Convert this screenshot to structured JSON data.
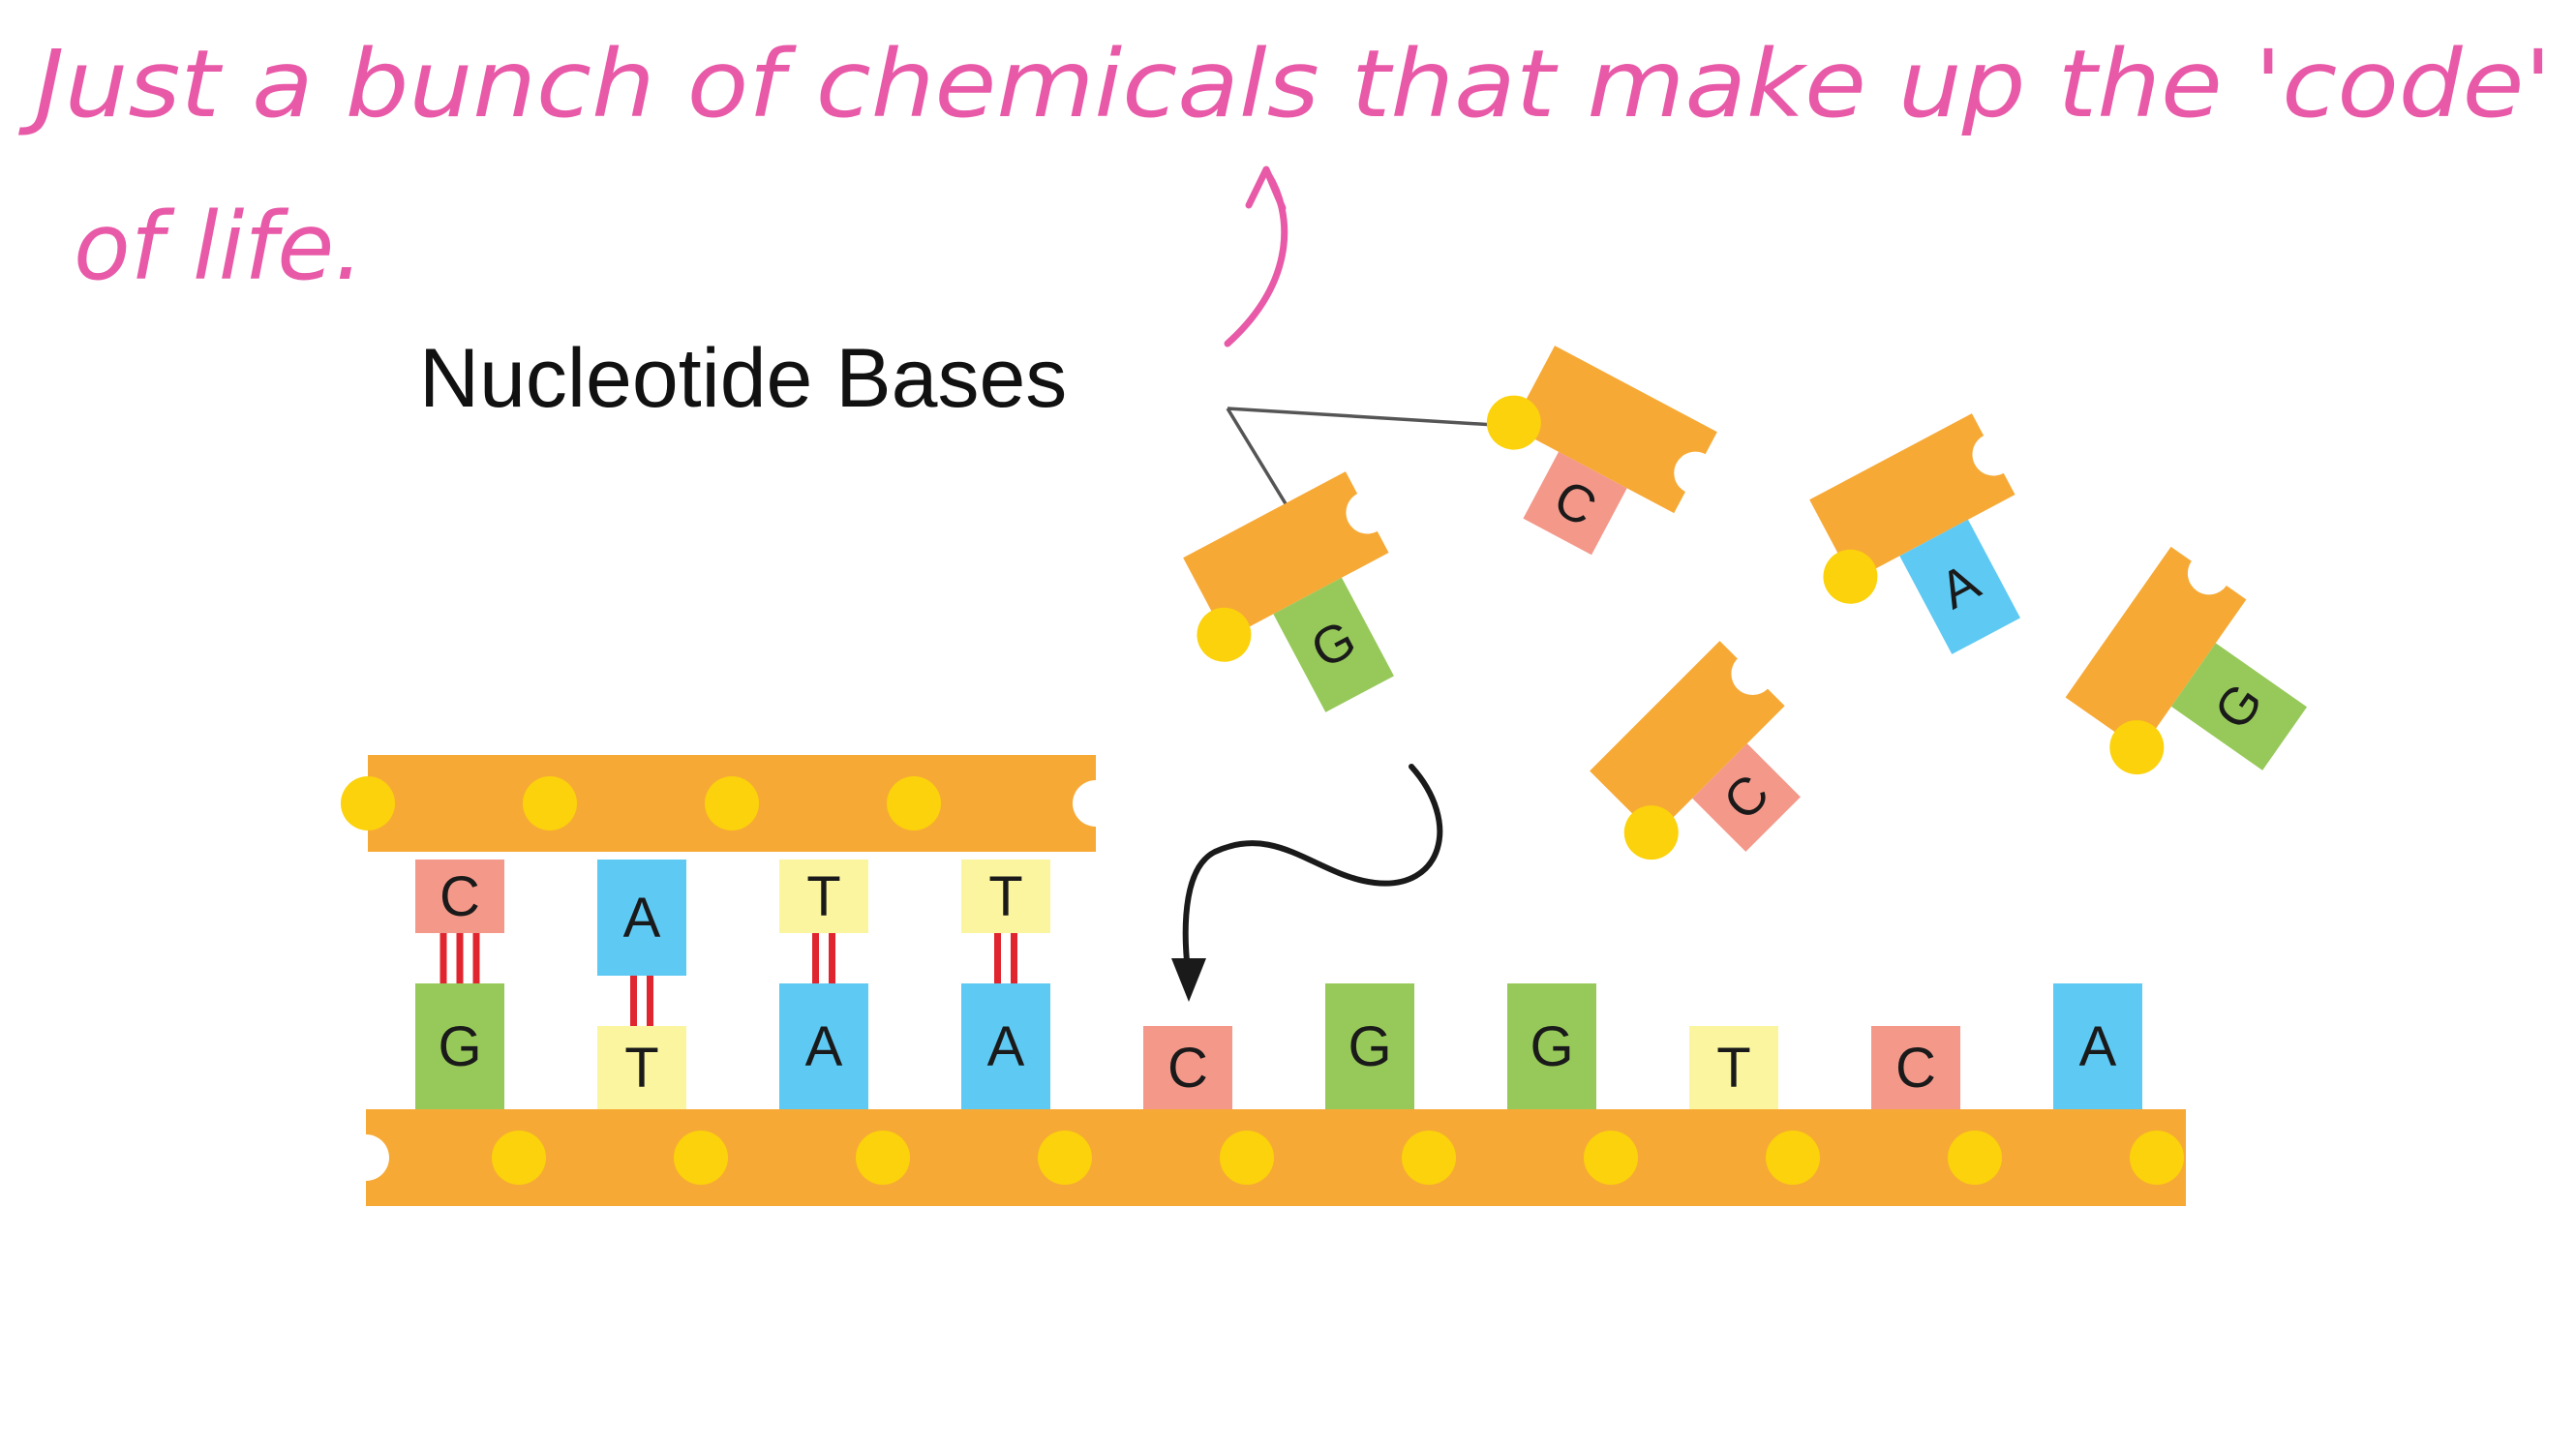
{
  "annotation": {
    "line1": "Just a bunch of chemicals that make up the 'code'",
    "line2": "of life.",
    "color": "#e85aa8"
  },
  "label": {
    "text": "Nucleotide Bases"
  },
  "colors": {
    "backbone": "#f7a935",
    "phosphate": "#fbd20b",
    "base_C": "#f4988a",
    "base_G": "#97c95a",
    "base_A": "#5ec9f3",
    "base_T": "#fbf5a0",
    "hydrogen_bond": "#e0252f"
  },
  "double_strand": {
    "pairs": [
      {
        "top": "C",
        "bottom": "G",
        "bonds": 3
      },
      {
        "top": "A",
        "bottom": "T",
        "bonds": 2
      },
      {
        "top": "T",
        "bottom": "A",
        "bonds": 2
      },
      {
        "top": "T",
        "bottom": "A",
        "bonds": 2
      }
    ]
  },
  "single_strand": {
    "bases": [
      "C",
      "G",
      "G",
      "T",
      "C",
      "A"
    ]
  },
  "free_nucleotides": [
    "G",
    "C",
    "C",
    "A",
    "G"
  ]
}
